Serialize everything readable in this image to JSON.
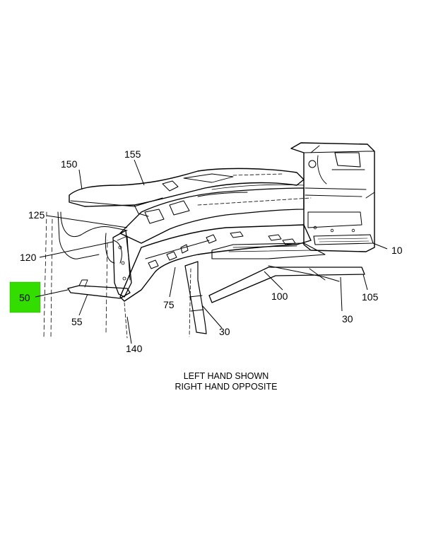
{
  "diagram": {
    "callouts": {
      "c10": "10",
      "c30a": "30",
      "c30b": "30",
      "c50": "50",
      "c55": "55",
      "c75": "75",
      "c100": "100",
      "c105": "105",
      "c120": "120",
      "c125": "125",
      "c140": "140",
      "c150": "150",
      "c155": "155"
    },
    "highlighted_callout": "50",
    "highlight_color": "#33dd00",
    "caption_line1": "LEFT HAND SHOWN",
    "caption_line2": "RIGHT HAND OPPOSITE"
  }
}
